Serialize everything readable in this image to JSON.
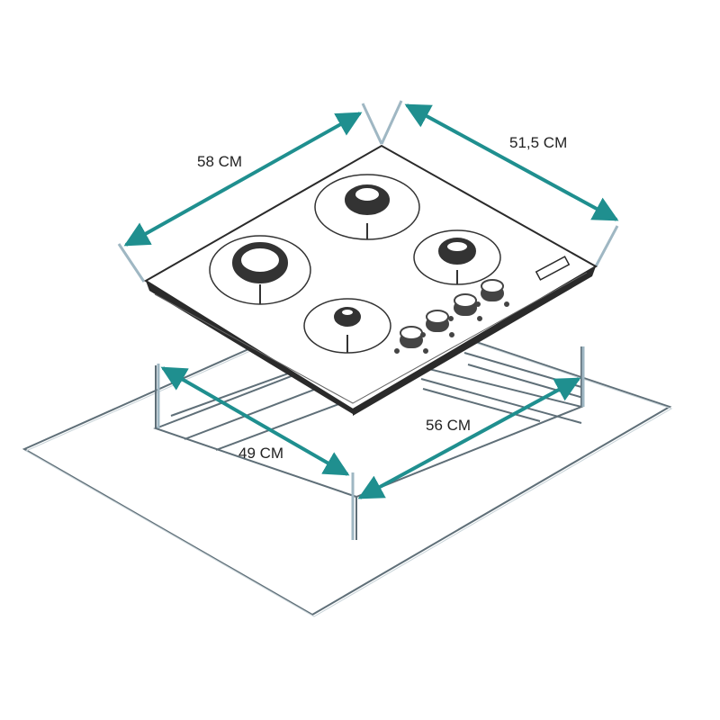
{
  "dimensions": {
    "hob_width": "58 CM",
    "hob_depth": "51,5 CM",
    "cutout_depth": "49 CM",
    "cutout_width": "56 CM"
  },
  "colors": {
    "dimension_arrow": "#1f8f8f",
    "extension_line": "#9fb7c3",
    "outline": "#2a2a2a",
    "countertop": "#5f6f78",
    "burner_ring": "#333333",
    "knob": "#444444"
  },
  "parts": {
    "burners": 4,
    "knobs": 4
  }
}
